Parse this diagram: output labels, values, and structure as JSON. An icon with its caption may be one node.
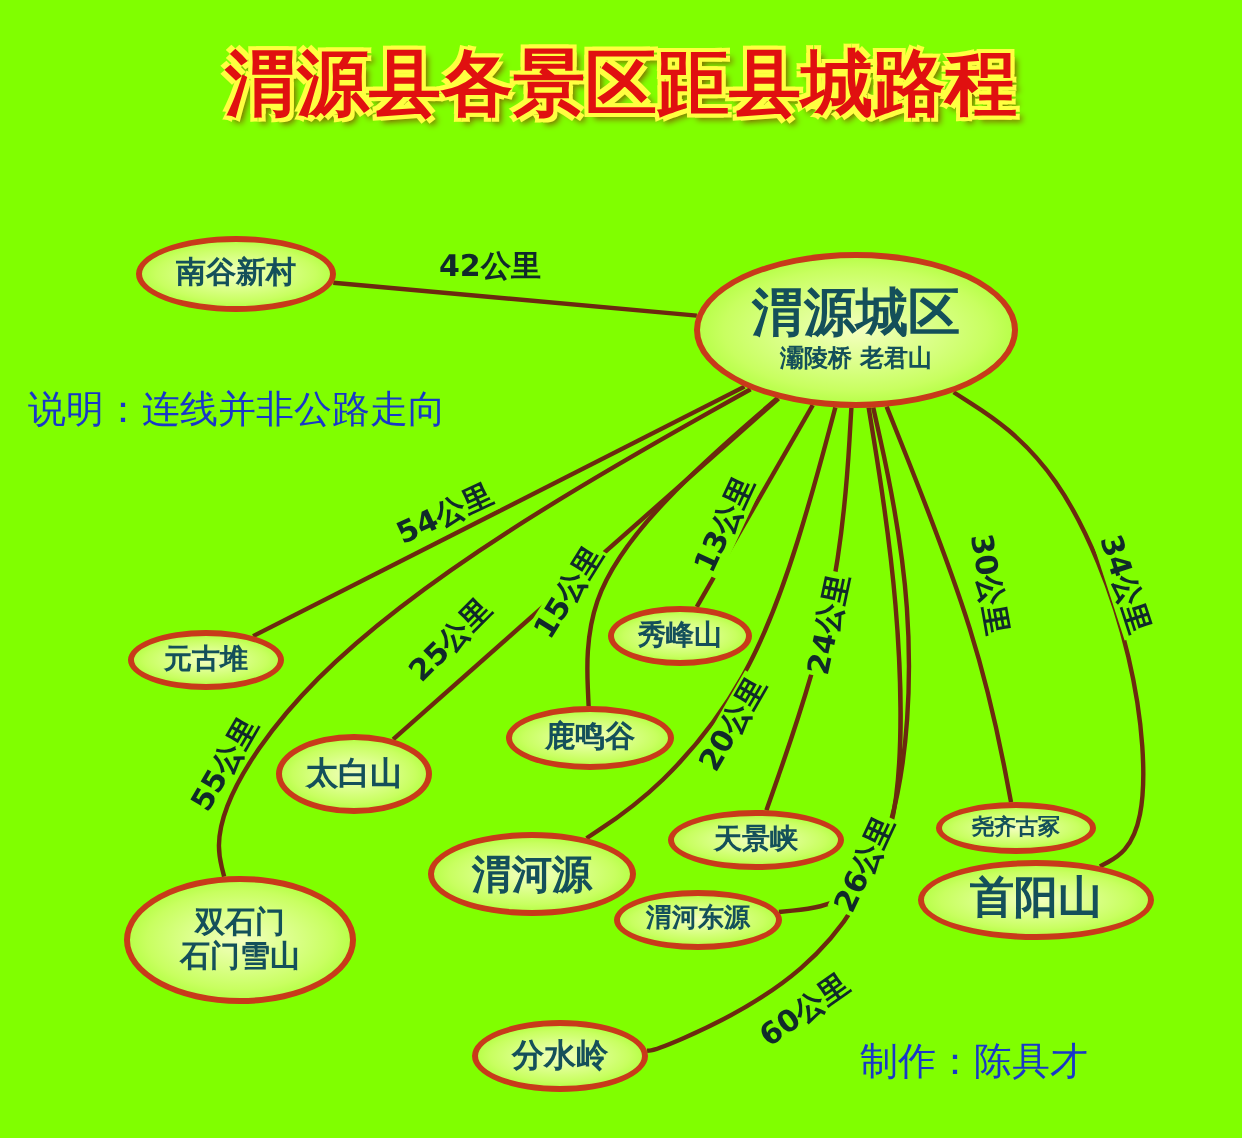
{
  "diagram": {
    "title": "渭源县各景区距县城路程",
    "nodes": [
      {
        "text": [
          "南谷新村"
        ]
      },
      {
        "text": [
          "渭源城区",
          "灞陵桥 老君山"
        ]
      },
      {
        "text": [
          "元古堆"
        ]
      },
      {
        "text": [
          "秀峰山"
        ]
      },
      {
        "text": [
          "太白山"
        ]
      },
      {
        "text": [
          "鹿鸣谷"
        ]
      },
      {
        "text": [
          "渭河源"
        ]
      },
      {
        "text": [
          "天景峡"
        ]
      },
      {
        "text": [
          "尧齐古冢"
        ]
      },
      {
        "text": [
          "首阳山"
        ]
      },
      {
        "text": [
          "双石门",
          "石门雪山"
        ]
      },
      {
        "text": [
          "渭河东源"
        ]
      },
      {
        "text": [
          "分水岭"
        ]
      }
    ],
    "edges": [
      {
        "from": 0,
        "to": 1,
        "arrow": "none",
        "label": "42公里"
      },
      {
        "from": 1,
        "to": 2,
        "arrow": "none",
        "label": "54公里"
      },
      {
        "from": 1,
        "to": 10,
        "arrow": "none",
        "label": "55公里"
      },
      {
        "from": 1,
        "to": 4,
        "arrow": "none",
        "label": "25公里"
      },
      {
        "from": 1,
        "to": 5,
        "arrow": "none",
        "label": "15公里"
      },
      {
        "from": 1,
        "to": 3,
        "arrow": "none",
        "label": "13公里"
      },
      {
        "from": 1,
        "to": 6,
        "arrow": "none",
        "label": "20公里"
      },
      {
        "from": 1,
        "to": 7,
        "arrow": "none",
        "label": "24公里"
      },
      {
        "from": 1,
        "to": 11,
        "arrow": "none",
        "label": "26公里"
      },
      {
        "from": 1,
        "to": 12,
        "arrow": "none",
        "label": "60公里"
      },
      {
        "from": 1,
        "to": 8,
        "arrow": "none",
        "label": "30公里"
      },
      {
        "from": 1,
        "to": 9,
        "arrow": "none",
        "label": "34公里"
      }
    ],
    "labels": [
      "说明：连线并非公路走向",
      "制作：陈具才"
    ]
  }
}
